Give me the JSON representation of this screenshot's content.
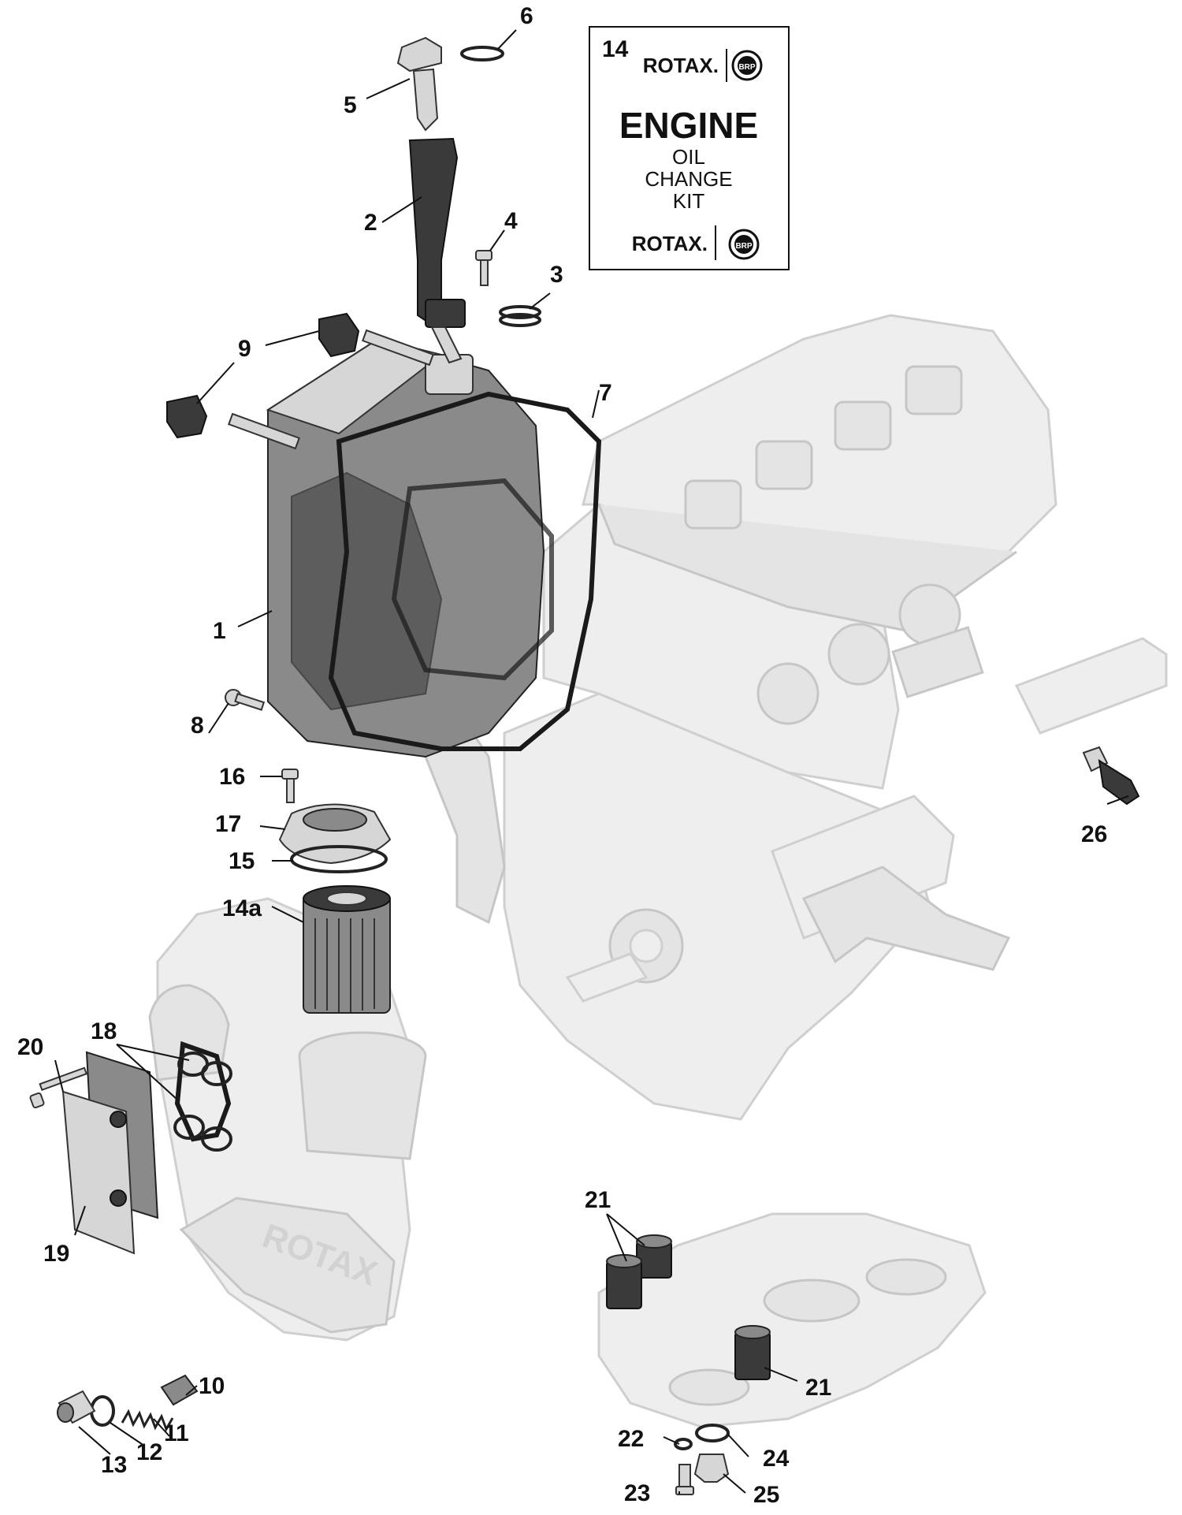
{
  "kit_box": {
    "number": "14",
    "brand_top": "ROTAX.",
    "heading": "ENGINE",
    "line1": "OIL",
    "line2": "CHANGE",
    "line3": "KIT",
    "brand_bottom": "ROTAX.",
    "logo_text": "BRP"
  },
  "callouts": [
    "1",
    "2",
    "3",
    "4",
    "5",
    "6",
    "7",
    "8",
    "9",
    "10",
    "11",
    "12",
    "13",
    "14a",
    "15",
    "16",
    "17",
    "18",
    "19",
    "20",
    "21",
    "21",
    "21",
    "22",
    "23",
    "24",
    "25",
    "26"
  ],
  "engine_marking": "ROTAX"
}
